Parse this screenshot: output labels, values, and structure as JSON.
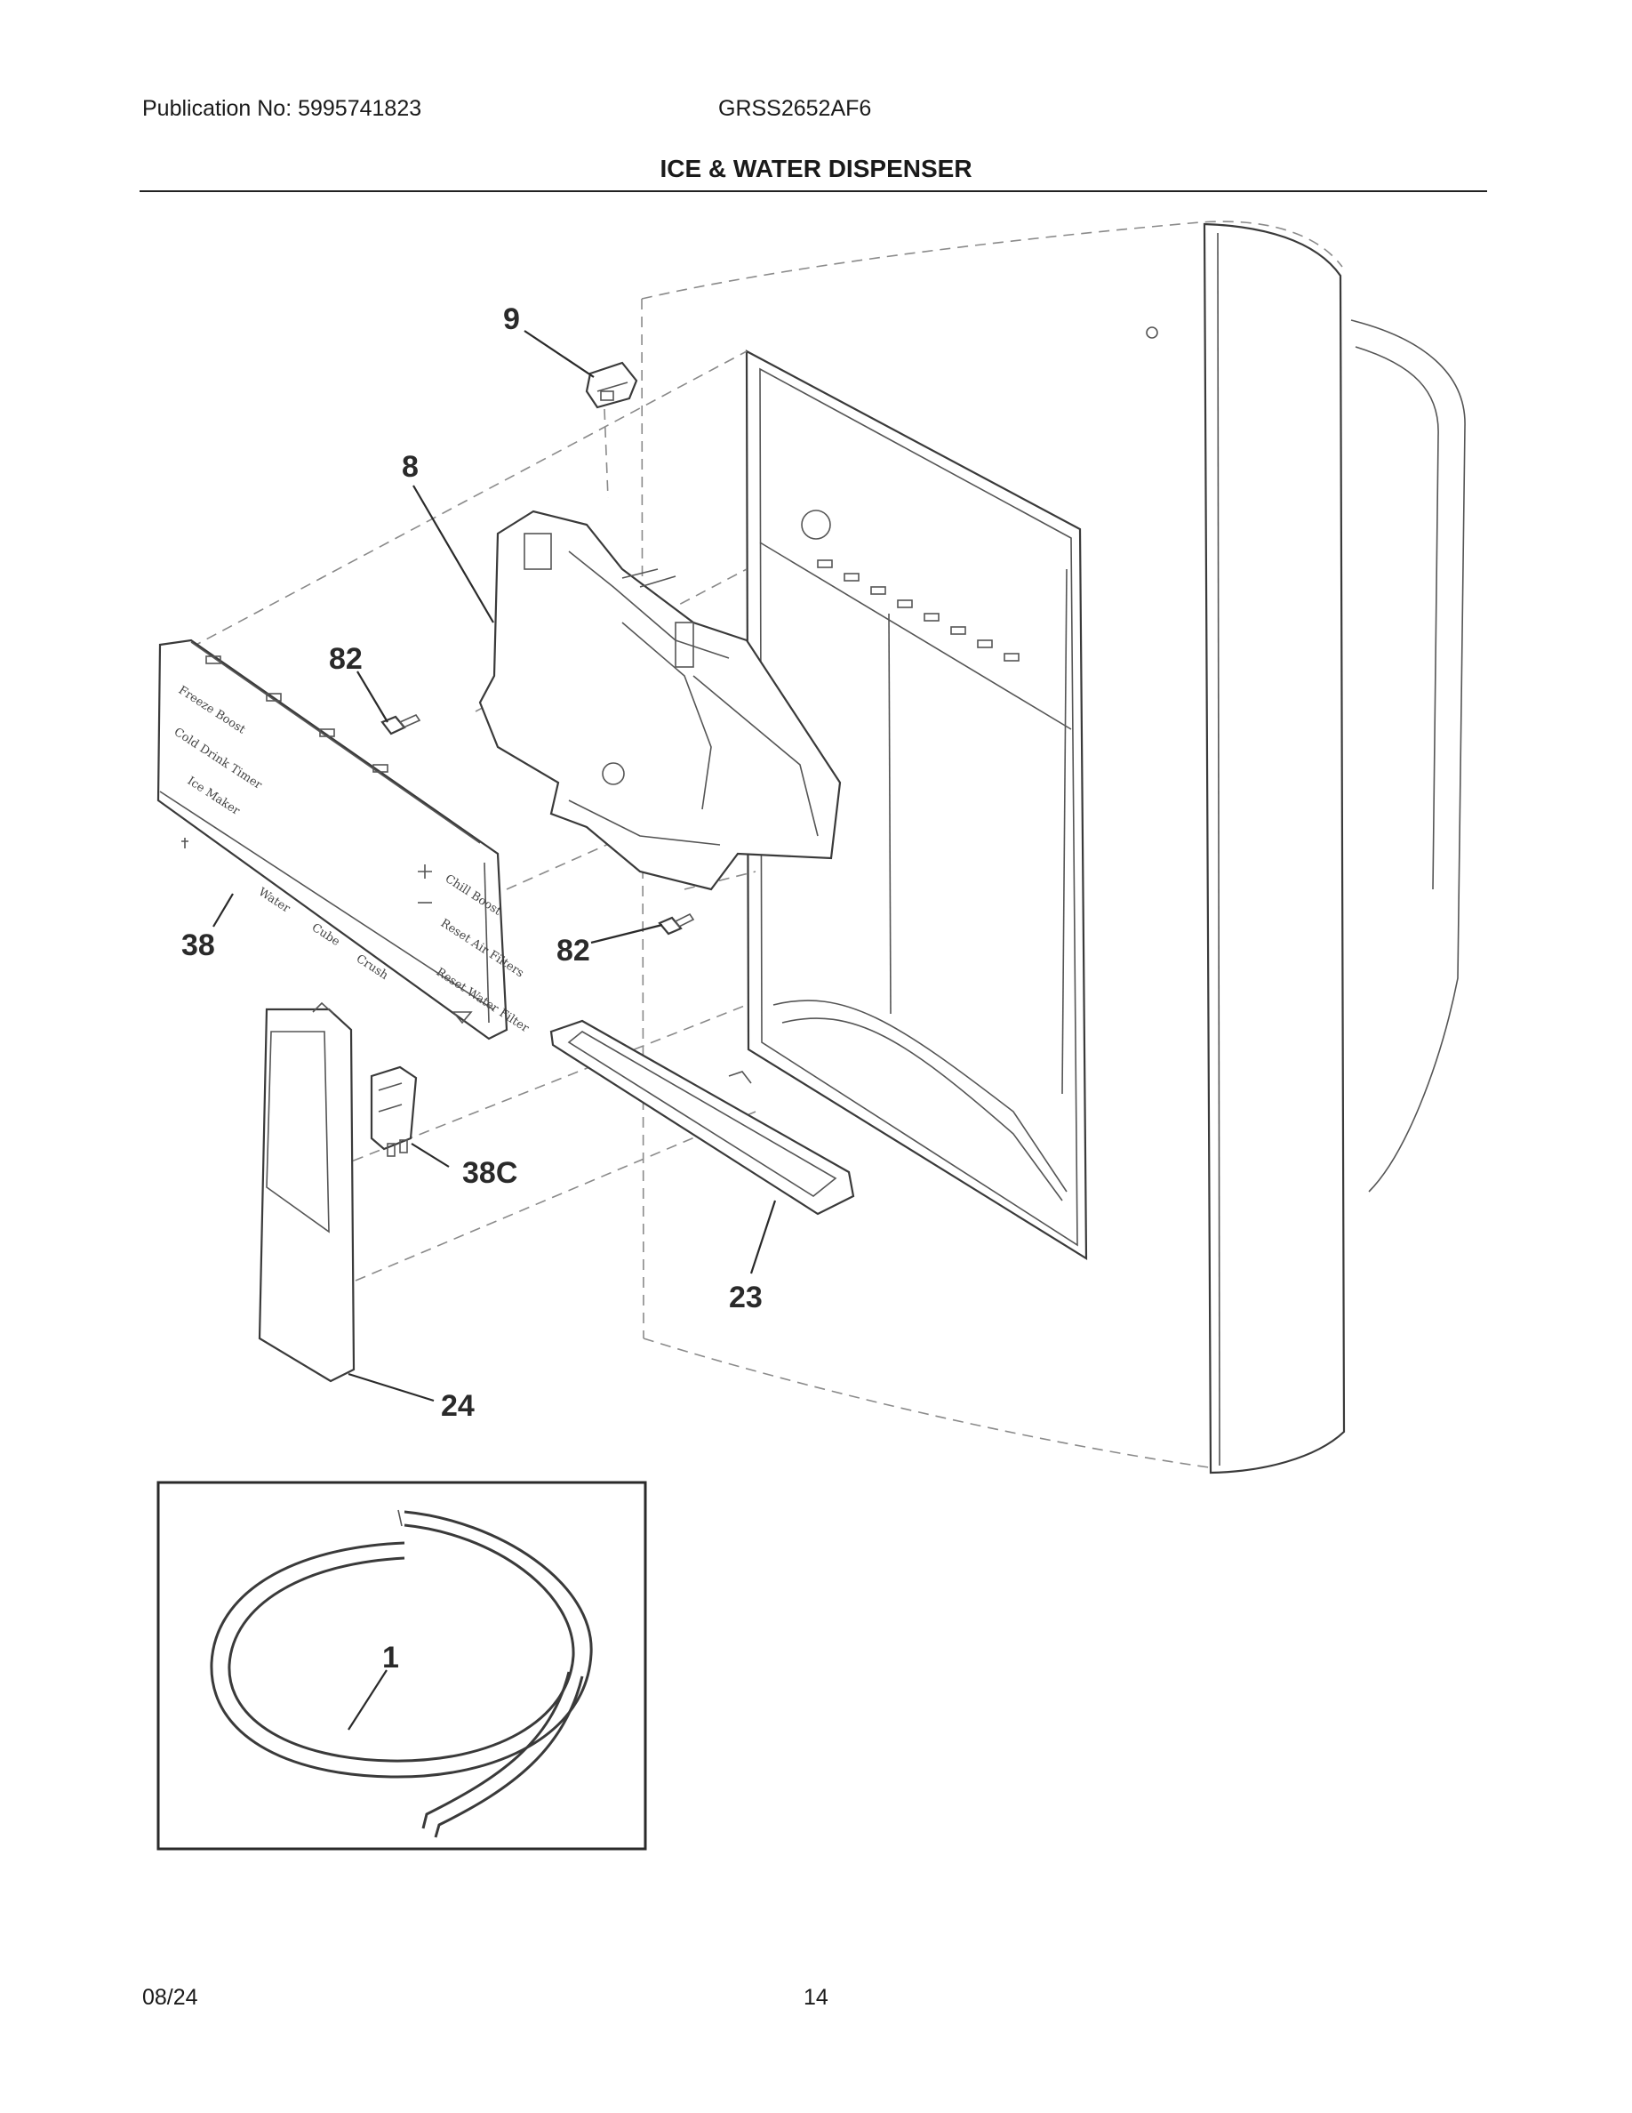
{
  "header": {
    "publication": "Publication No: 5995741823",
    "model": "GRSS2652AF6",
    "title": "ICE & WATER DISPENSER"
  },
  "footer": {
    "date": "08/24",
    "page": "14"
  },
  "callouts": {
    "c9": "9",
    "c8": "8",
    "c82a": "82",
    "c82b": "82",
    "c38": "38",
    "c38c": "38C",
    "c23": "23",
    "c24": "24",
    "c1": "1"
  },
  "panel_labels": {
    "freeze": "Freeze Boost",
    "cold_drink": "Cold Drink Timer",
    "ice_maker": "Ice Maker",
    "water": "Water",
    "cube": "Cube",
    "crush": "Crush",
    "chill": "Chill Boost",
    "reset_air": "Reset Air Filters",
    "reset_water": "Reset Water Filter"
  }
}
